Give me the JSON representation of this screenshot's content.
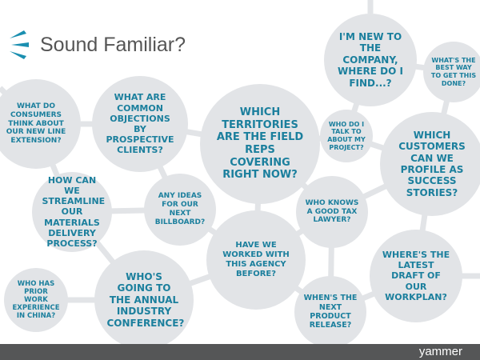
{
  "header": {
    "title": "Sound Familiar?"
  },
  "bubbles": [
    {
      "text": "What do consumers think about our new line extension?"
    },
    {
      "text": "What are common objections by prospective clients?"
    },
    {
      "text": "Which territories are the field reps covering right now?"
    },
    {
      "text": "I'm new to the company, where do I find...?"
    },
    {
      "text": "What's the best way to get this done?"
    },
    {
      "text": "Who do I talk to about my project?"
    },
    {
      "text": "Which customers can we profile as success stories?"
    },
    {
      "text": "How can we streamline our materials delivery process?"
    },
    {
      "text": "Any ideas for our next billboard?"
    },
    {
      "text": "Who knows a good tax lawyer?"
    },
    {
      "text": "Have we worked with this agency before?"
    },
    {
      "text": "Where's the latest draft of our workplan?"
    },
    {
      "text": "Who has prior work experience in China?"
    },
    {
      "text": "Who's going to the annual industry conference?"
    },
    {
      "text": "When's the next product release?"
    }
  ],
  "footer": {
    "brand": "yammer"
  },
  "colors": {
    "bubble": "#e2e4e7",
    "text": "#1b7f9d",
    "footer": "#555657"
  }
}
